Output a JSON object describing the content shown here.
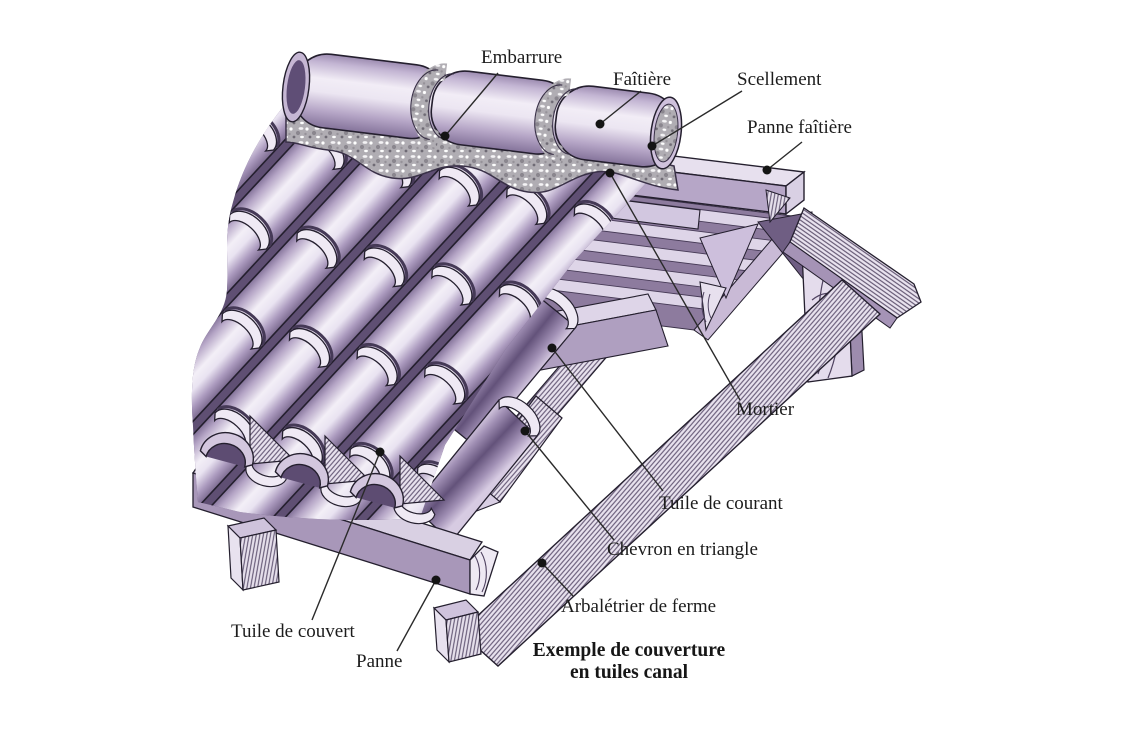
{
  "figure": {
    "caption_line1": "Exemple de couverture",
    "caption_line2": "en tuiles canal"
  },
  "labels": {
    "embarrure": "Embarrure",
    "faitiere": "Faîtière",
    "scellement": "Scellement",
    "panne_faitiere": "Panne faîtière",
    "mortier": "Mortier",
    "tuile_de_courant": "Tuile de courant",
    "chevron_en_triangle": "Chevron en triangle",
    "arbaletrier_de_ferme": "Arbalétrier de ferme",
    "tuile_de_couvert": "Tuile de couvert",
    "panne": "Panne"
  },
  "colors": {
    "background": "#ffffff",
    "tile_highlight": "#f3eff7",
    "tile_mid": "#b4a4c5",
    "tile_shadow": "#7b6a8f",
    "channel_dark": "#5f4f73",
    "wood_light": "#e7e0ee",
    "wood_mid": "#b6a6c7",
    "wood_dark": "#8d7b9e",
    "mortar_gray": "#b7b4b9",
    "outline": "#241f2e",
    "text": "#1c1c1c"
  }
}
